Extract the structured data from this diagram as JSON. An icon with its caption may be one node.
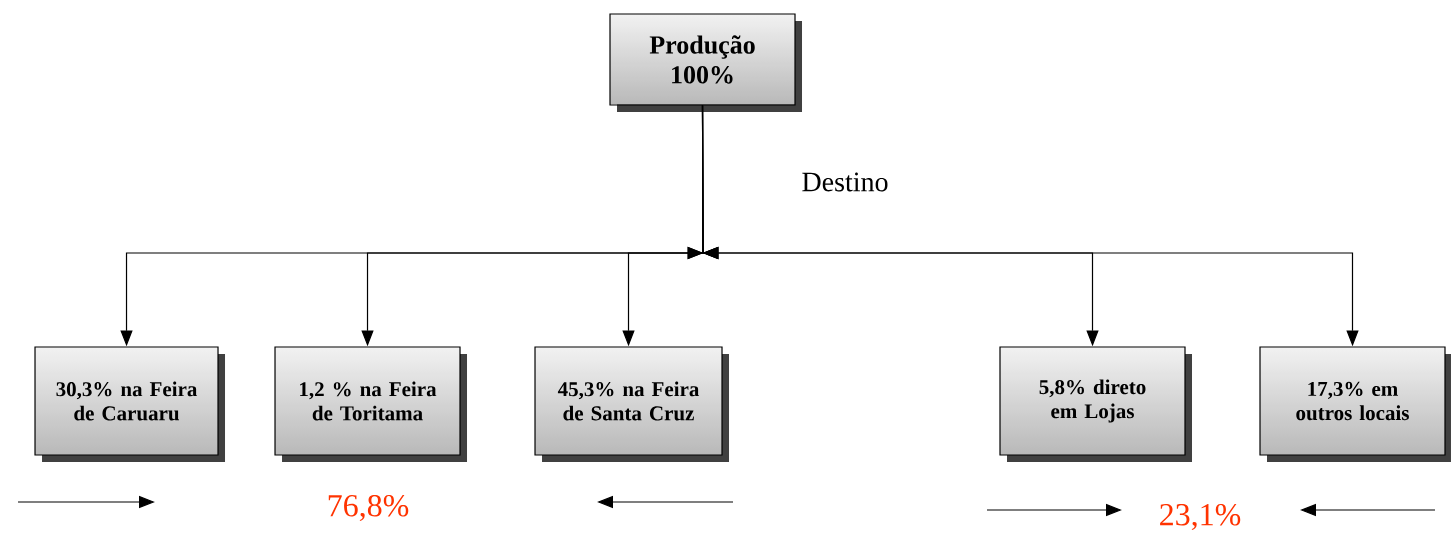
{
  "diagram": {
    "nodes": [
      {
        "text": [
          "Produção 100%"
        ]
      },
      {
        "text": [
          "30,3% na Feira de Caruaru"
        ]
      },
      {
        "text": [
          "1,2 % na Feira de Toritama"
        ]
      },
      {
        "text": [
          "45,3% na Feira de Santa Cruz"
        ]
      },
      {
        "text": [
          "5,8% direto em Lojas"
        ]
      },
      {
        "text": [
          "17,3% em outros locais"
        ]
      }
    ],
    "edges": [
      {
        "from": 0,
        "to": 1,
        "arrow": "to"
      },
      {
        "from": 0,
        "to": 2,
        "arrow": "to"
      },
      {
        "from": 0,
        "to": 3,
        "arrow": "to"
      },
      {
        "from": 0,
        "to": 4,
        "arrow": "to"
      },
      {
        "from": 0,
        "to": 5,
        "arrow": "to"
      }
    ],
    "labels": [
      "Destino",
      "76,8%",
      "23,1%"
    ]
  }
}
